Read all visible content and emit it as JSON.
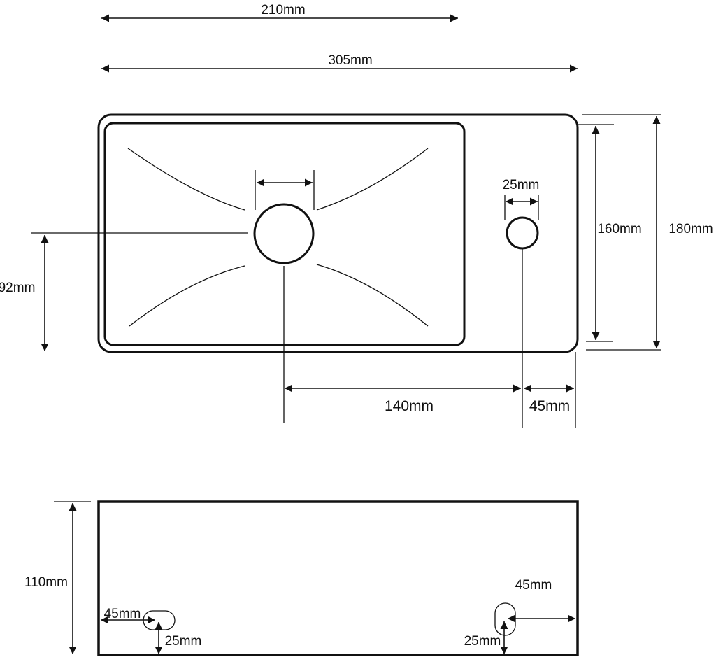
{
  "top_view": {
    "width_basin": "210mm",
    "width_total": "305mm",
    "drain_offset": "92mm",
    "tap_hole_diameter": "25mm",
    "inner_depth": "160mm",
    "total_depth": "180mm",
    "drain_to_tap": "140mm",
    "tap_to_edge": "45mm"
  },
  "back_view": {
    "height": "110mm",
    "left_hole_side": "45mm",
    "left_hole_bottom": "25mm",
    "right_hole_side": "45mm",
    "right_hole_bottom": "25mm"
  }
}
